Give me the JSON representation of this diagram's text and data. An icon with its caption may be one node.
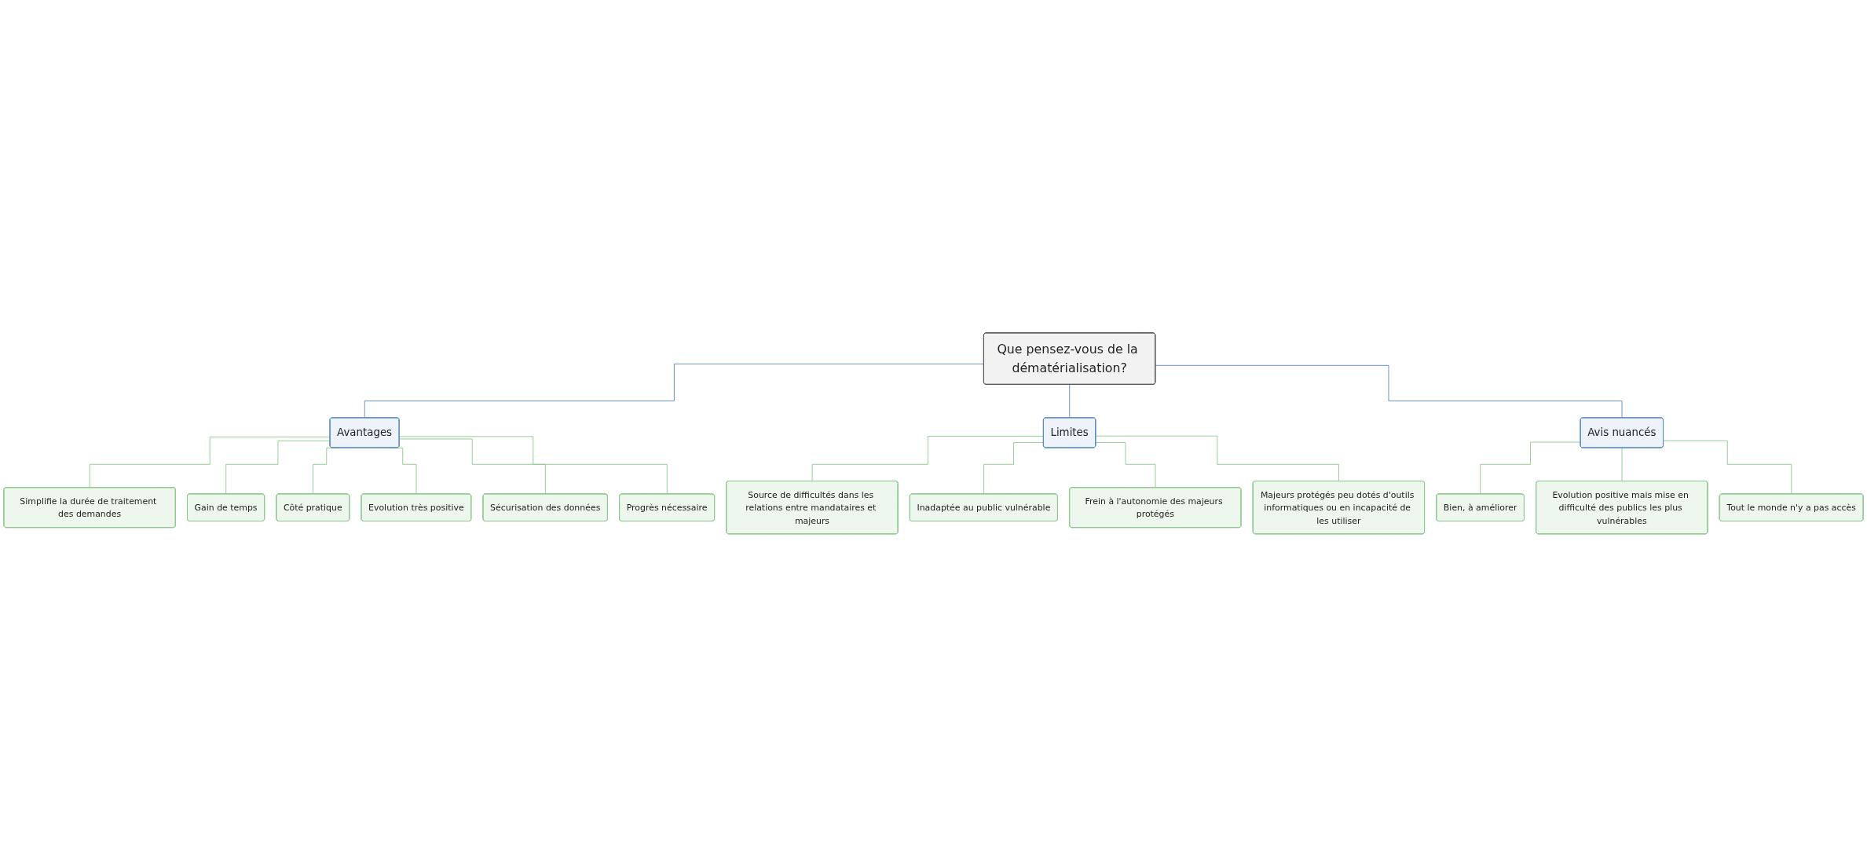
{
  "diagram": {
    "nodes": [
      {
        "text": [
          "Que pensez-vous de la dématérialisation?"
        ]
      },
      {
        "text": [
          "Avantages"
        ]
      },
      {
        "text": [
          "Limites"
        ]
      },
      {
        "text": [
          "Avis nuancés"
        ]
      },
      {
        "text": [
          "Simplifie la durée de traitement des demandes"
        ]
      },
      {
        "text": [
          "Gain de temps"
        ]
      },
      {
        "text": [
          "Côté pratique"
        ]
      },
      {
        "text": [
          "Evolution très positive"
        ]
      },
      {
        "text": [
          "Sécurisation des données"
        ]
      },
      {
        "text": [
          "Progrès nécessaire"
        ]
      },
      {
        "text": [
          "Source de difficultés dans les relations entre mandataires et majeurs"
        ]
      },
      {
        "text": [
          "Inadaptée au public vulnérable"
        ]
      },
      {
        "text": [
          "Frein à l'autonomie des majeurs protégés"
        ]
      },
      {
        "text": [
          "Majeurs protégés peu dotés d'outils informatiques ou en incapacité de les utiliser"
        ]
      },
      {
        "text": [
          "Bien, à améliorer"
        ]
      },
      {
        "text": [
          "Evolution positive mais mise en difficulté des publics les plus vulnérables"
        ]
      },
      {
        "text": [
          "Tout le monde n'y a pas accès"
        ]
      }
    ],
    "edges": [
      {
        "from": 0,
        "to": 1,
        "arrow": "none",
        "color": "#5b8ac6"
      },
      {
        "from": 0,
        "to": 2,
        "arrow": "none",
        "color": "#5b8ac6"
      },
      {
        "from": 0,
        "to": 3,
        "arrow": "none",
        "color": "#5b8ac6"
      },
      {
        "from": 1,
        "to": 4,
        "arrow": "none"
      },
      {
        "from": 1,
        "to": 5,
        "arrow": "none"
      },
      {
        "from": 1,
        "to": 6,
        "arrow": "none"
      },
      {
        "from": 1,
        "to": 7,
        "arrow": "none"
      },
      {
        "from": 1,
        "to": 8,
        "arrow": "none"
      },
      {
        "from": 1,
        "to": 9,
        "arrow": "none"
      },
      {
        "from": 2,
        "to": 10,
        "arrow": "none"
      },
      {
        "from": 2,
        "to": 11,
        "arrow": "none"
      },
      {
        "from": 2,
        "to": 12,
        "arrow": "none"
      },
      {
        "from": 2,
        "to": 13,
        "arrow": "none"
      },
      {
        "from": 3,
        "to": 14,
        "arrow": "none"
      },
      {
        "from": 3,
        "to": 15,
        "arrow": "none"
      },
      {
        "from": 3,
        "to": 16,
        "arrow": "none"
      }
    ]
  }
}
